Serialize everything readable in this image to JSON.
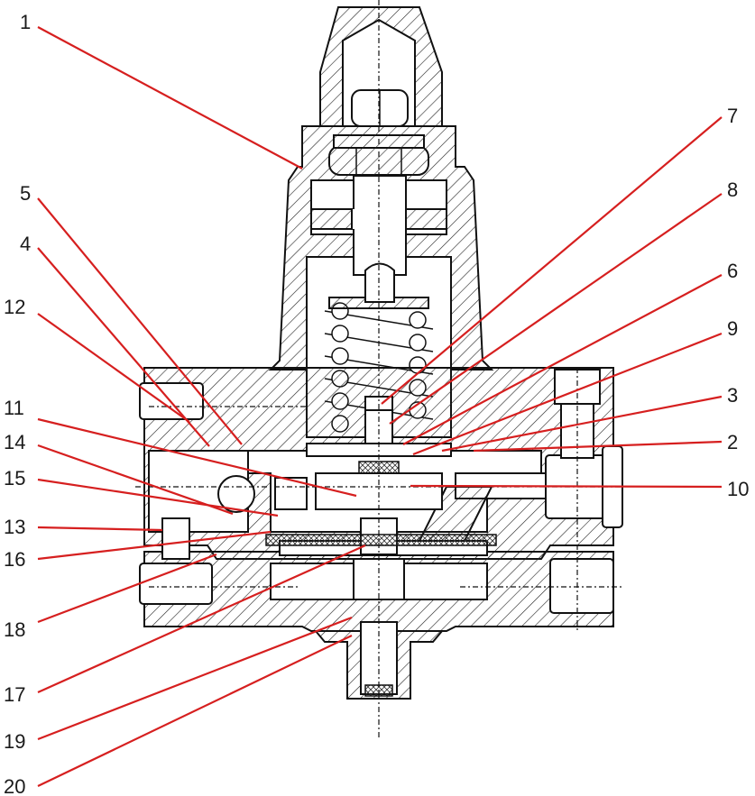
{
  "labels": [
    "1",
    "2",
    "3",
    "4",
    "5",
    "6",
    "7",
    "8",
    "9",
    "10",
    "11",
    "12",
    "13",
    "14",
    "15",
    "16",
    "17",
    "18",
    "19",
    "20"
  ],
  "colors": {
    "leader": "#d61f1f",
    "line": "#111111",
    "background": "#ffffff"
  }
}
